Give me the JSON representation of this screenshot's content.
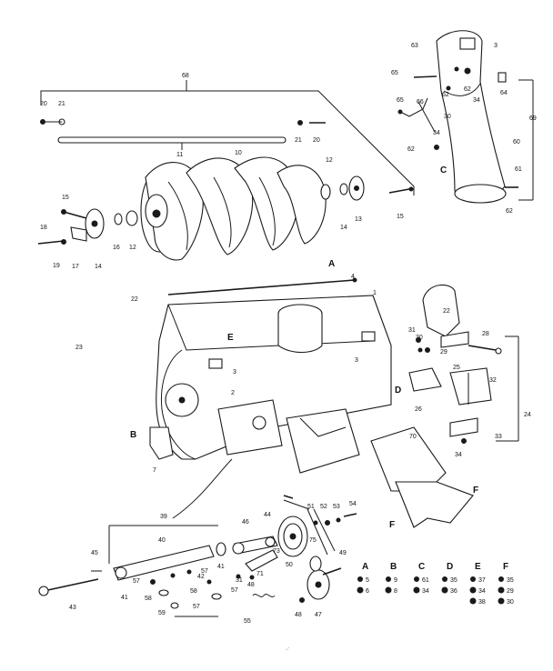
{
  "callouts": [
    {
      "id": "c68",
      "text": "68"
    },
    {
      "id": "c20a",
      "text": "20"
    },
    {
      "id": "c21a",
      "text": "21"
    },
    {
      "id": "c11",
      "text": "11"
    },
    {
      "id": "c10",
      "text": "10"
    },
    {
      "id": "c21b",
      "text": "21"
    },
    {
      "id": "c20b",
      "text": "20"
    },
    {
      "id": "c12a",
      "text": "12"
    },
    {
      "id": "c15a",
      "text": "15"
    },
    {
      "id": "c16",
      "text": "16"
    },
    {
      "id": "c12b",
      "text": "12"
    },
    {
      "id": "c14a",
      "text": "14"
    },
    {
      "id": "c17",
      "text": "17"
    },
    {
      "id": "c19",
      "text": "19"
    },
    {
      "id": "c18",
      "text": "18"
    },
    {
      "id": "c14b",
      "text": "14"
    },
    {
      "id": "c13",
      "text": "13"
    },
    {
      "id": "c15b",
      "text": "15"
    },
    {
      "id": "c63",
      "text": "63"
    },
    {
      "id": "c3a",
      "text": "3"
    },
    {
      "id": "c65a",
      "text": "65"
    },
    {
      "id": "c62a",
      "text": "62"
    },
    {
      "id": "c62b",
      "text": "62"
    },
    {
      "id": "c64",
      "text": "64"
    },
    {
      "id": "c34a",
      "text": "34"
    },
    {
      "id": "c69",
      "text": "69"
    },
    {
      "id": "c65b",
      "text": "65"
    },
    {
      "id": "c30a",
      "text": "30"
    },
    {
      "id": "c66",
      "text": "66"
    },
    {
      "id": "c34b",
      "text": "34"
    },
    {
      "id": "c62c",
      "text": "62"
    },
    {
      "id": "c60",
      "text": "60"
    },
    {
      "id": "c61",
      "text": "61"
    },
    {
      "id": "c62d",
      "text": "62"
    },
    {
      "id": "c4",
      "text": "4"
    },
    {
      "id": "c1",
      "text": "1"
    },
    {
      "id": "c22a",
      "text": "22"
    },
    {
      "id": "c23",
      "text": "23"
    },
    {
      "id": "c3b",
      "text": "3"
    },
    {
      "id": "c3c",
      "text": "3"
    },
    {
      "id": "c2",
      "text": "2"
    },
    {
      "id": "c22b",
      "text": "22"
    },
    {
      "id": "c31",
      "text": "31"
    },
    {
      "id": "c30b",
      "text": "30"
    },
    {
      "id": "c29",
      "text": "29"
    },
    {
      "id": "c28",
      "text": "28"
    },
    {
      "id": "c25",
      "text": "25"
    },
    {
      "id": "c32",
      "text": "32"
    },
    {
      "id": "c26",
      "text": "26"
    },
    {
      "id": "c24",
      "text": "24"
    },
    {
      "id": "c33",
      "text": "33"
    },
    {
      "id": "c34c",
      "text": "34"
    },
    {
      "id": "c70",
      "text": "70"
    },
    {
      "id": "c7",
      "text": "7"
    },
    {
      "id": "c39",
      "text": "39"
    },
    {
      "id": "c40",
      "text": "40"
    },
    {
      "id": "c45",
      "text": "45"
    },
    {
      "id": "c43",
      "text": "43"
    },
    {
      "id": "c41a",
      "text": "41"
    },
    {
      "id": "c57a",
      "text": "57"
    },
    {
      "id": "c42",
      "text": "42"
    },
    {
      "id": "c57b",
      "text": "57"
    },
    {
      "id": "c58a",
      "text": "58"
    },
    {
      "id": "c58b",
      "text": "58"
    },
    {
      "id": "c59",
      "text": "59"
    },
    {
      "id": "c57c",
      "text": "57"
    },
    {
      "id": "c41b",
      "text": "41"
    },
    {
      "id": "c46",
      "text": "46"
    },
    {
      "id": "c44",
      "text": "44"
    },
    {
      "id": "c31b",
      "text": "31"
    },
    {
      "id": "c48a",
      "text": "48"
    },
    {
      "id": "c71",
      "text": "71"
    },
    {
      "id": "c57d",
      "text": "57"
    },
    {
      "id": "c55",
      "text": "55"
    },
    {
      "id": "c51",
      "text": "51"
    },
    {
      "id": "c52",
      "text": "52"
    },
    {
      "id": "c53",
      "text": "53"
    },
    {
      "id": "c54",
      "text": "54"
    },
    {
      "id": "c73",
      "text": "73"
    },
    {
      "id": "c75",
      "text": "75"
    },
    {
      "id": "c50",
      "text": "50"
    },
    {
      "id": "c49",
      "text": "49"
    },
    {
      "id": "c48b",
      "text": "48"
    },
    {
      "id": "c47",
      "text": "47"
    }
  ],
  "section_letters": [
    {
      "id": "A1",
      "text": "A"
    },
    {
      "id": "B1",
      "text": "B"
    },
    {
      "id": "C1",
      "text": "C"
    },
    {
      "id": "D1",
      "text": "D"
    },
    {
      "id": "E1",
      "text": "E"
    },
    {
      "id": "F1",
      "text": "F"
    },
    {
      "id": "F2",
      "text": "F"
    }
  ],
  "hardware_key": {
    "columns": [
      {
        "letter": "A",
        "parts": [
          "5",
          "6"
        ]
      },
      {
        "letter": "B",
        "parts": [
          "9",
          "8"
        ]
      },
      {
        "letter": "C",
        "parts": [
          "61",
          "34"
        ]
      },
      {
        "letter": "D",
        "parts": [
          "35",
          "36"
        ]
      },
      {
        "letter": "E",
        "parts": [
          "37",
          "34",
          "38"
        ]
      },
      {
        "letter": "F",
        "parts": [
          "35",
          "29",
          "30"
        ]
      }
    ]
  },
  "footer_mark": "·ˑ"
}
